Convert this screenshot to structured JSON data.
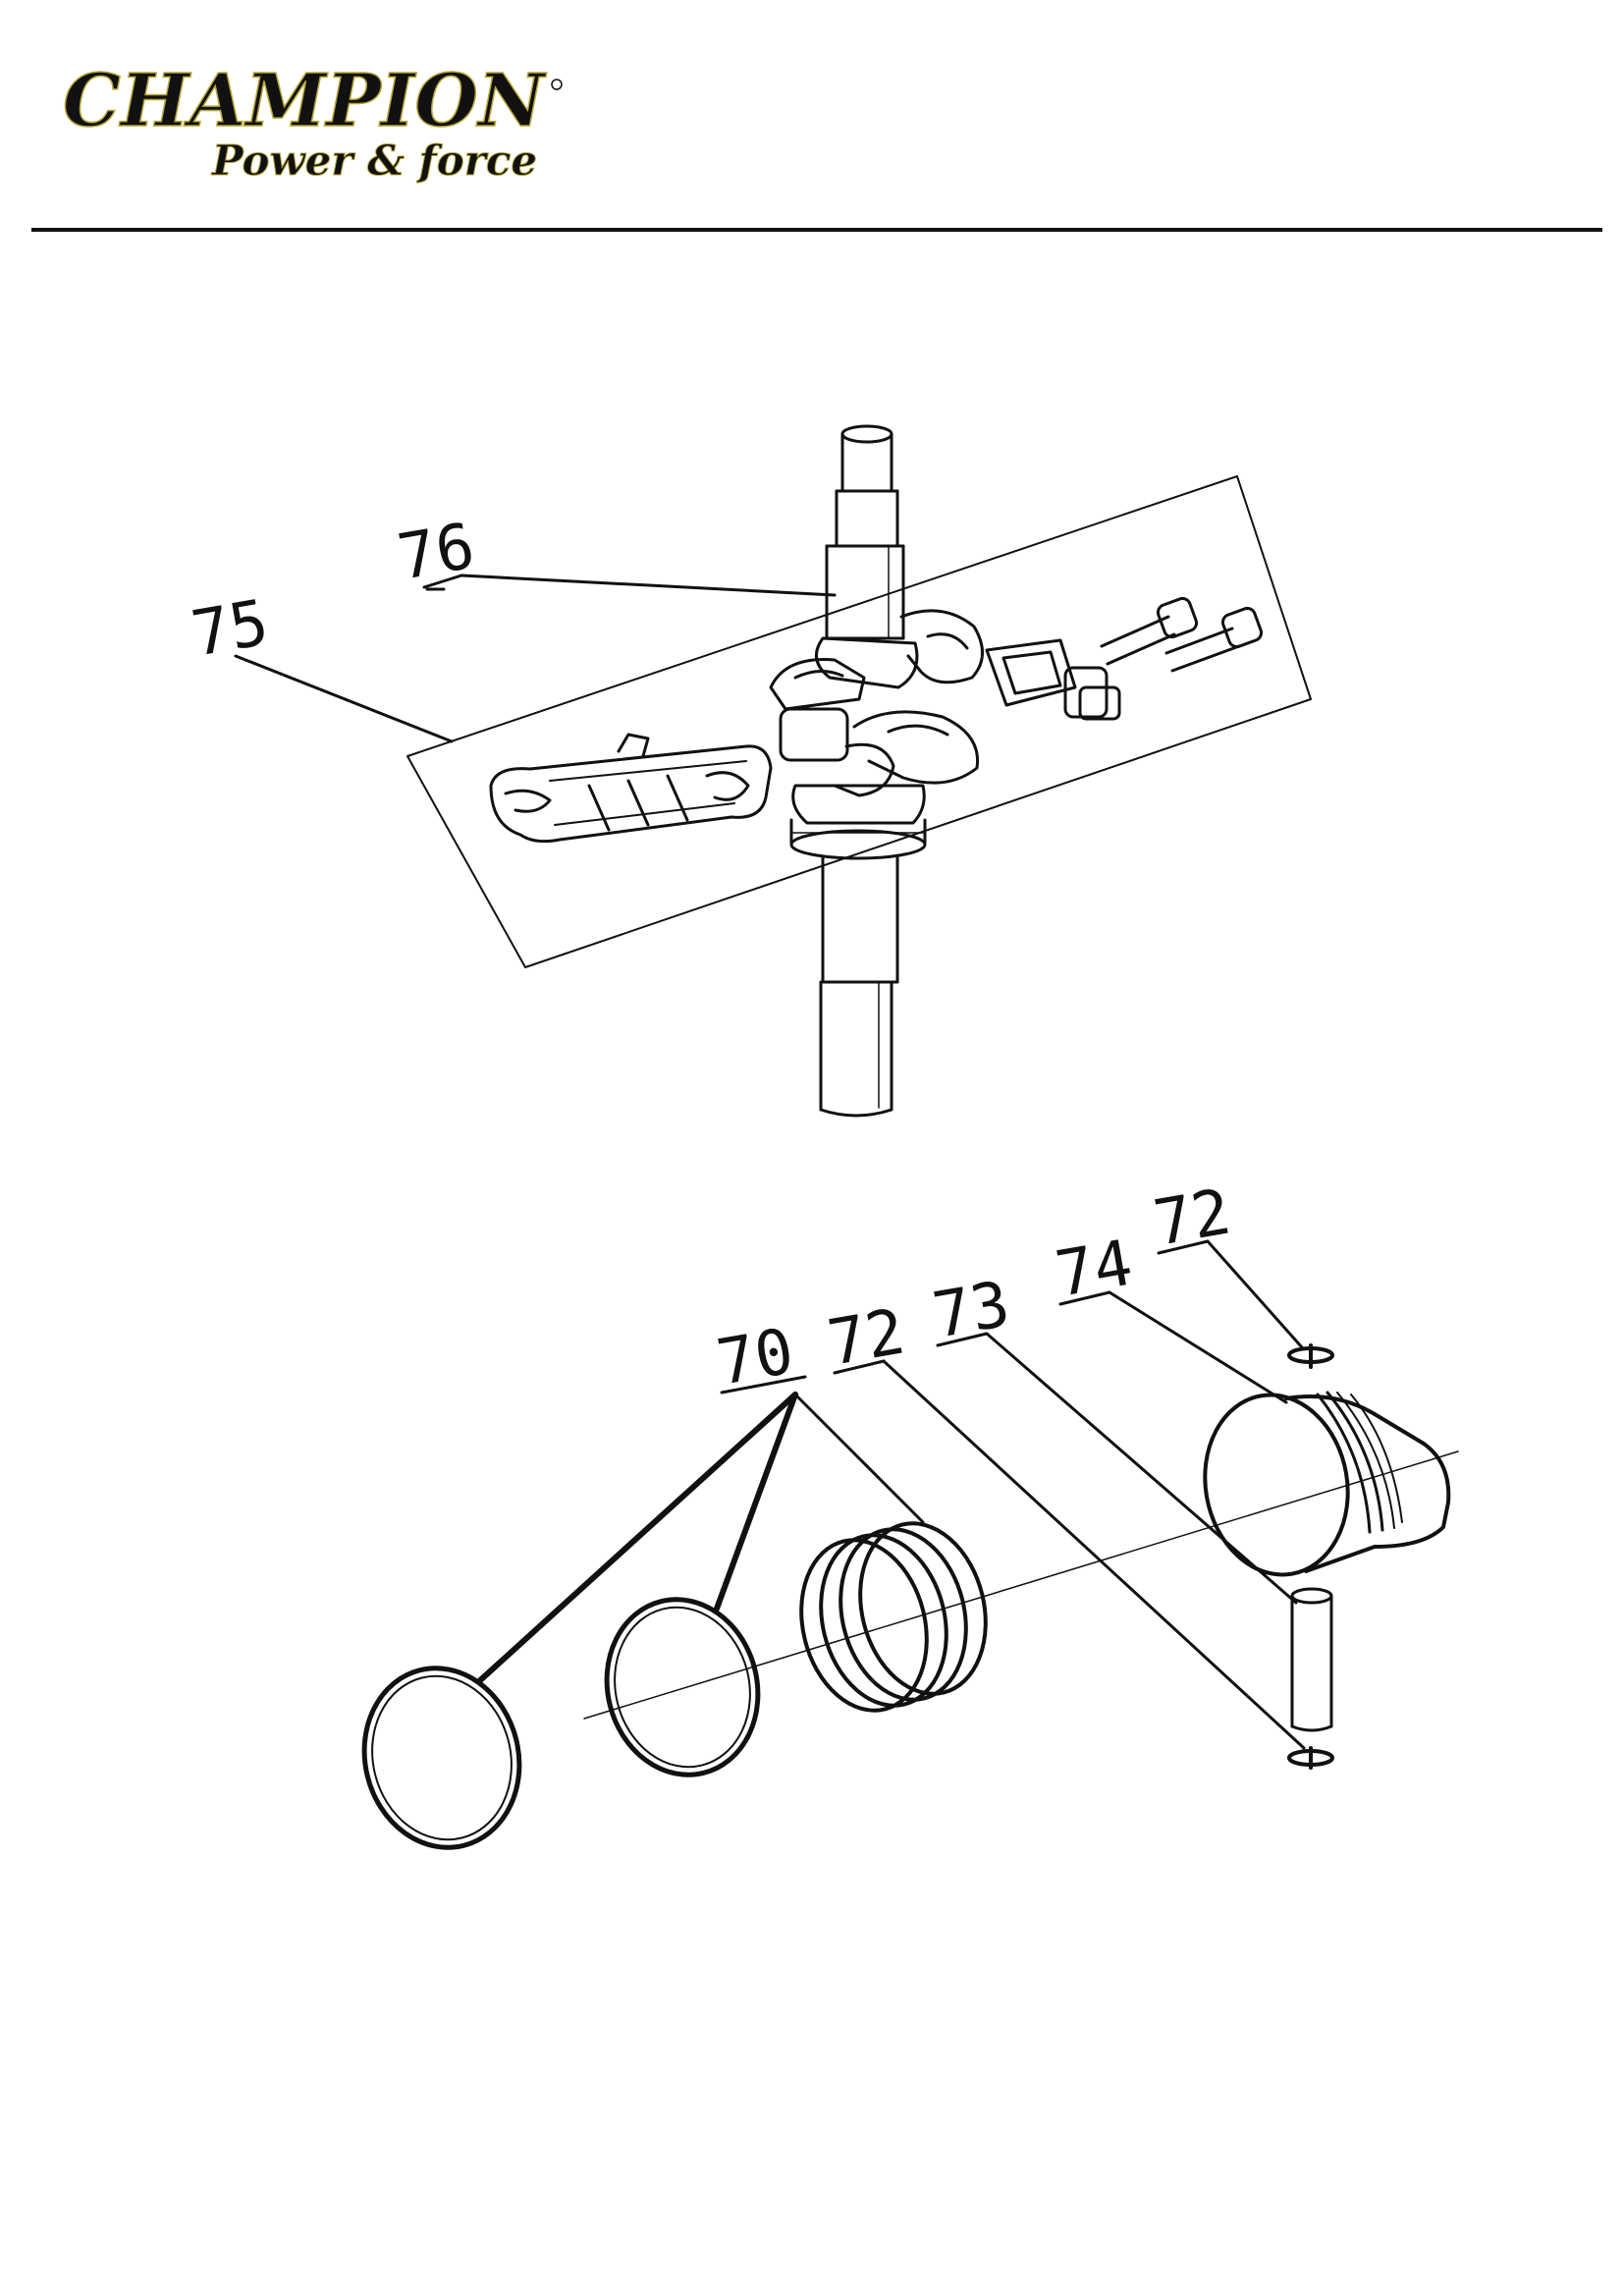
{
  "brand": {
    "name": "CHAMPION",
    "tagline": "Power & force",
    "accent_color": "#b8a836"
  },
  "diagram": {
    "callouts": {
      "c75": "75",
      "c76": "76",
      "c70": "70",
      "c72a": "72",
      "c73": "73",
      "c74": "74",
      "c72b": "72"
    }
  }
}
